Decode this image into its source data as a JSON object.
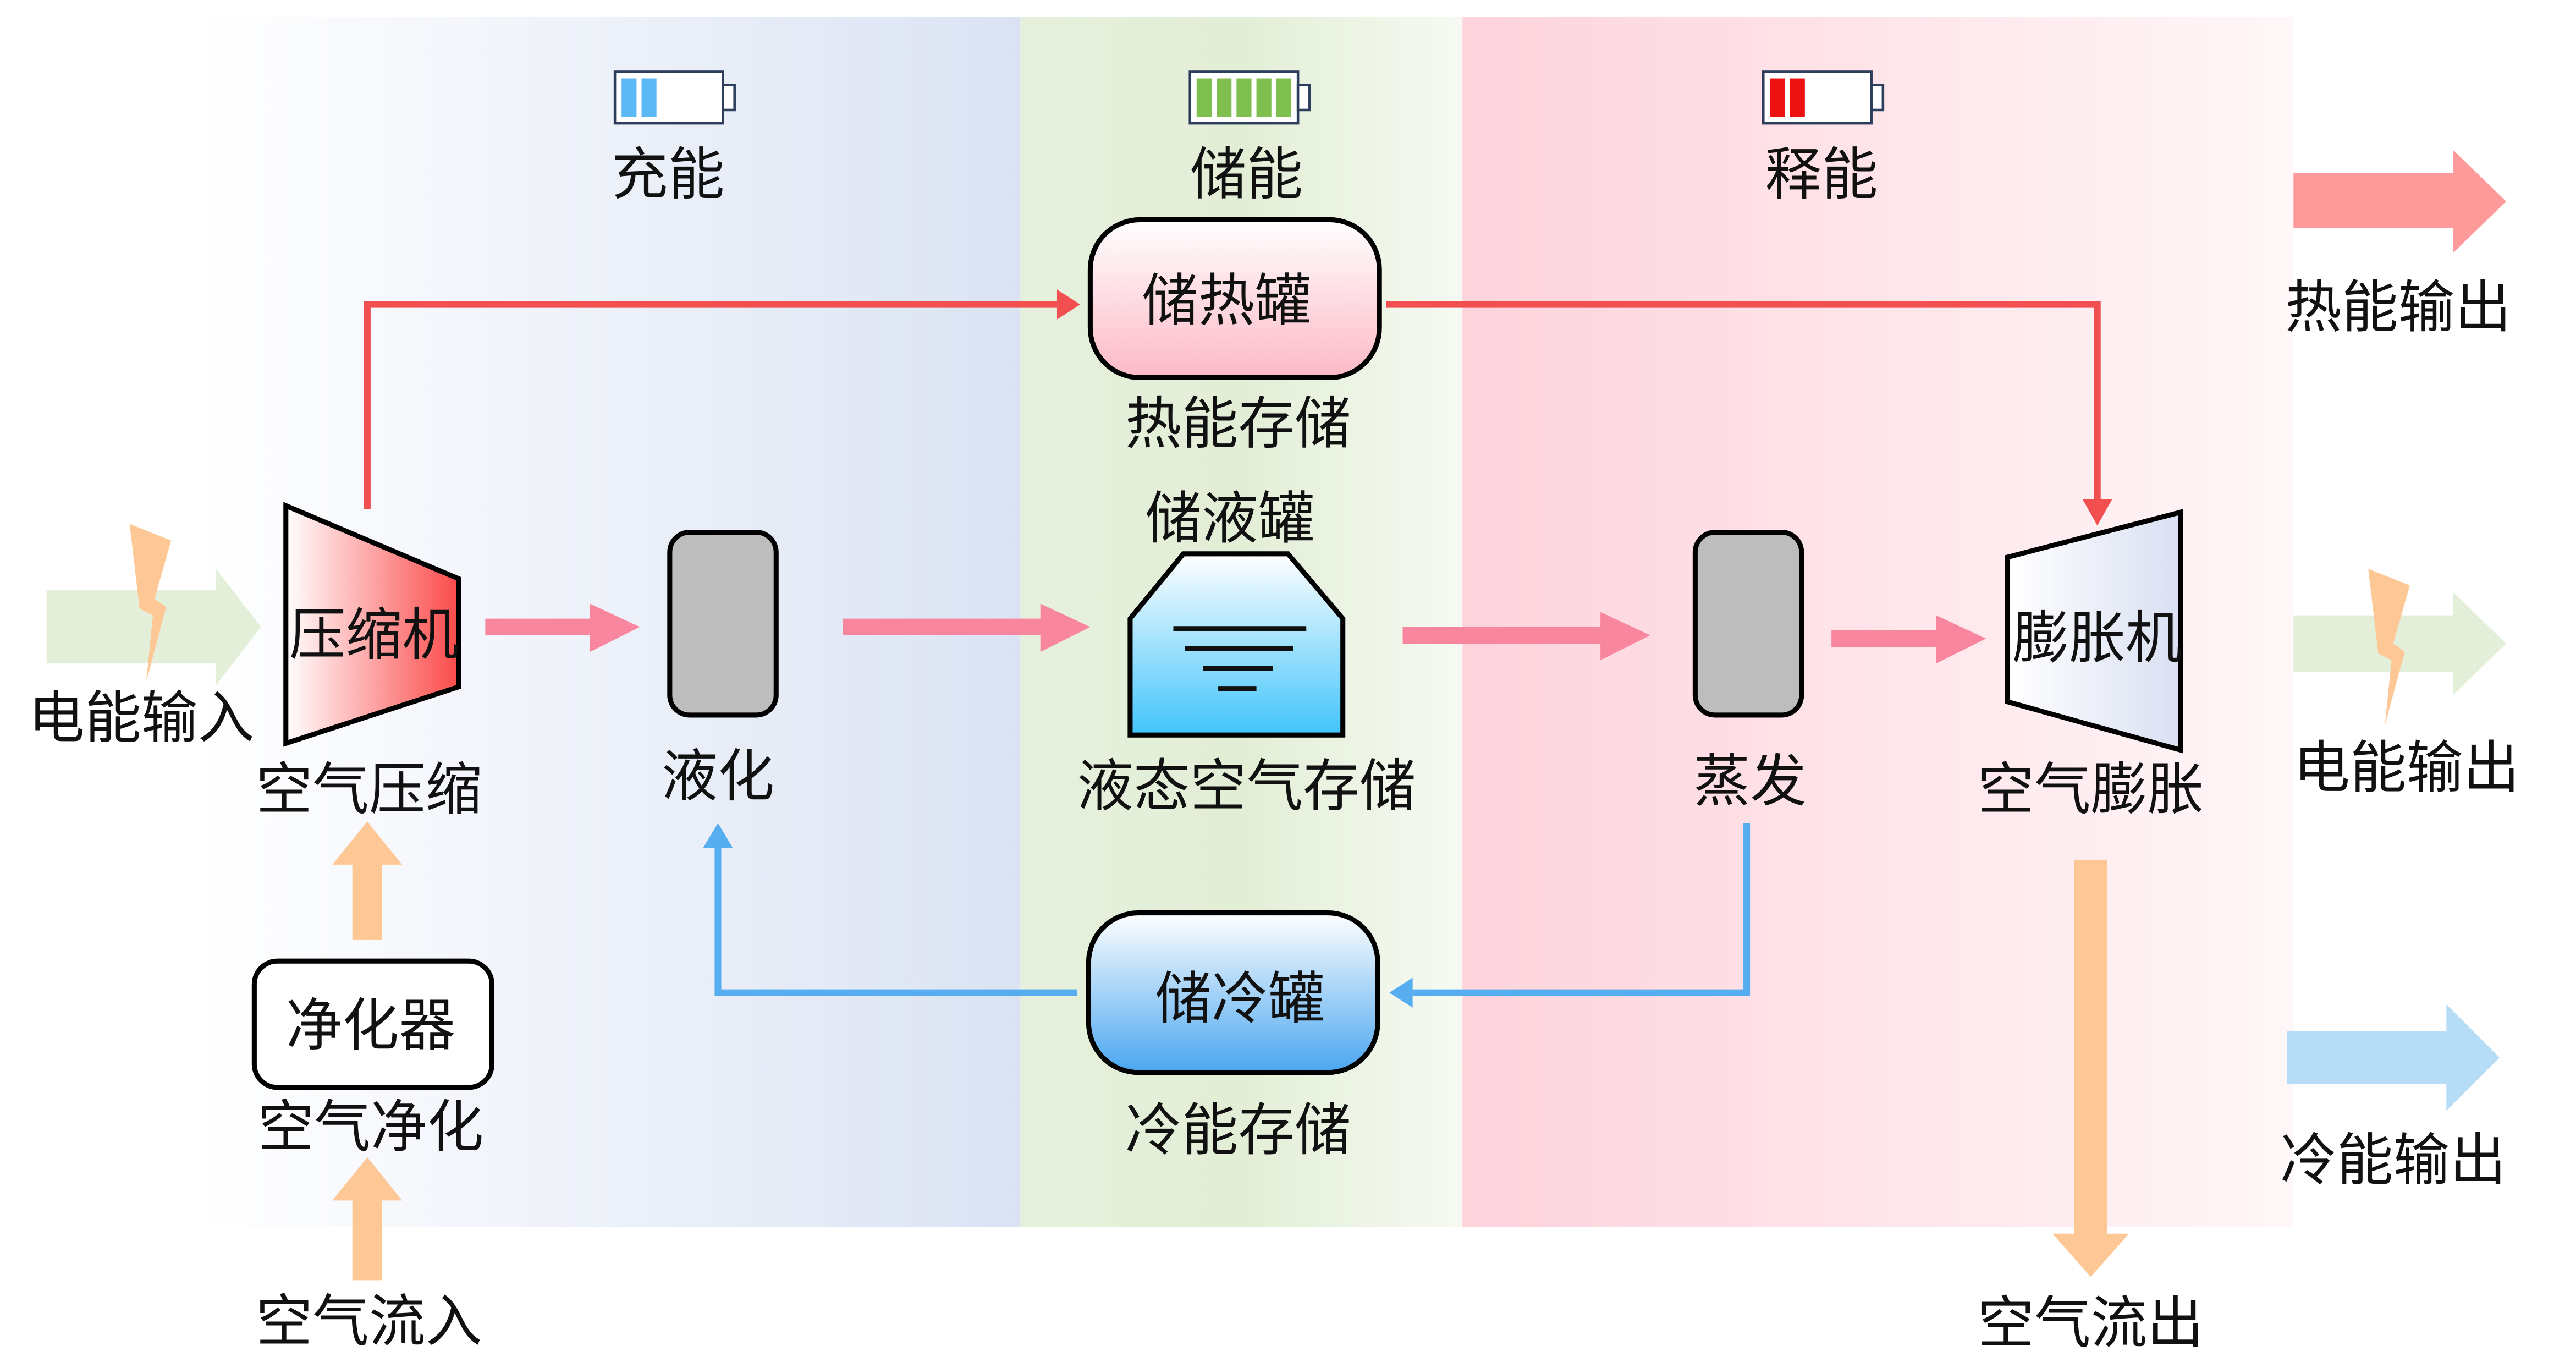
{
  "phases": {
    "charge": {
      "label": "充能",
      "battery_level": 0.4,
      "battery_color": "#5ab8f5"
    },
    "store": {
      "label": "储能",
      "battery_level": 1.0,
      "battery_color": "#7fbf4f"
    },
    "discharge": {
      "label": "释能",
      "battery_level": 0.4,
      "battery_color": "#ee1111"
    }
  },
  "components": {
    "compressor": {
      "name": "压缩机",
      "caption": "空气压缩"
    },
    "purifier": {
      "name": "净化器",
      "caption": "空气净化"
    },
    "liquefier": {
      "caption": "液化"
    },
    "heat_tank": {
      "name": "储热罐",
      "caption": "热能存储"
    },
    "liquid_tank": {
      "name": "储液罐",
      "caption": "液态空气存储"
    },
    "cold_tank": {
      "name": "储冷罐",
      "caption": "冷能存储"
    },
    "evaporator": {
      "caption": "蒸发"
    },
    "expander": {
      "name": "膨胀机",
      "caption": "空气膨胀"
    }
  },
  "flows": {
    "electric_in": "电能输入",
    "air_in": "空气流入",
    "air_out": "空气流出",
    "heat_out": "热能输出",
    "electric_out": "电能输出",
    "cold_out": "冷能输出"
  },
  "colors": {
    "heat_line": "#f25050",
    "air_flow": "#f7869e",
    "cold_line": "#56aef0",
    "air_io": "#fdc896",
    "electric": "#e3efd9"
  }
}
